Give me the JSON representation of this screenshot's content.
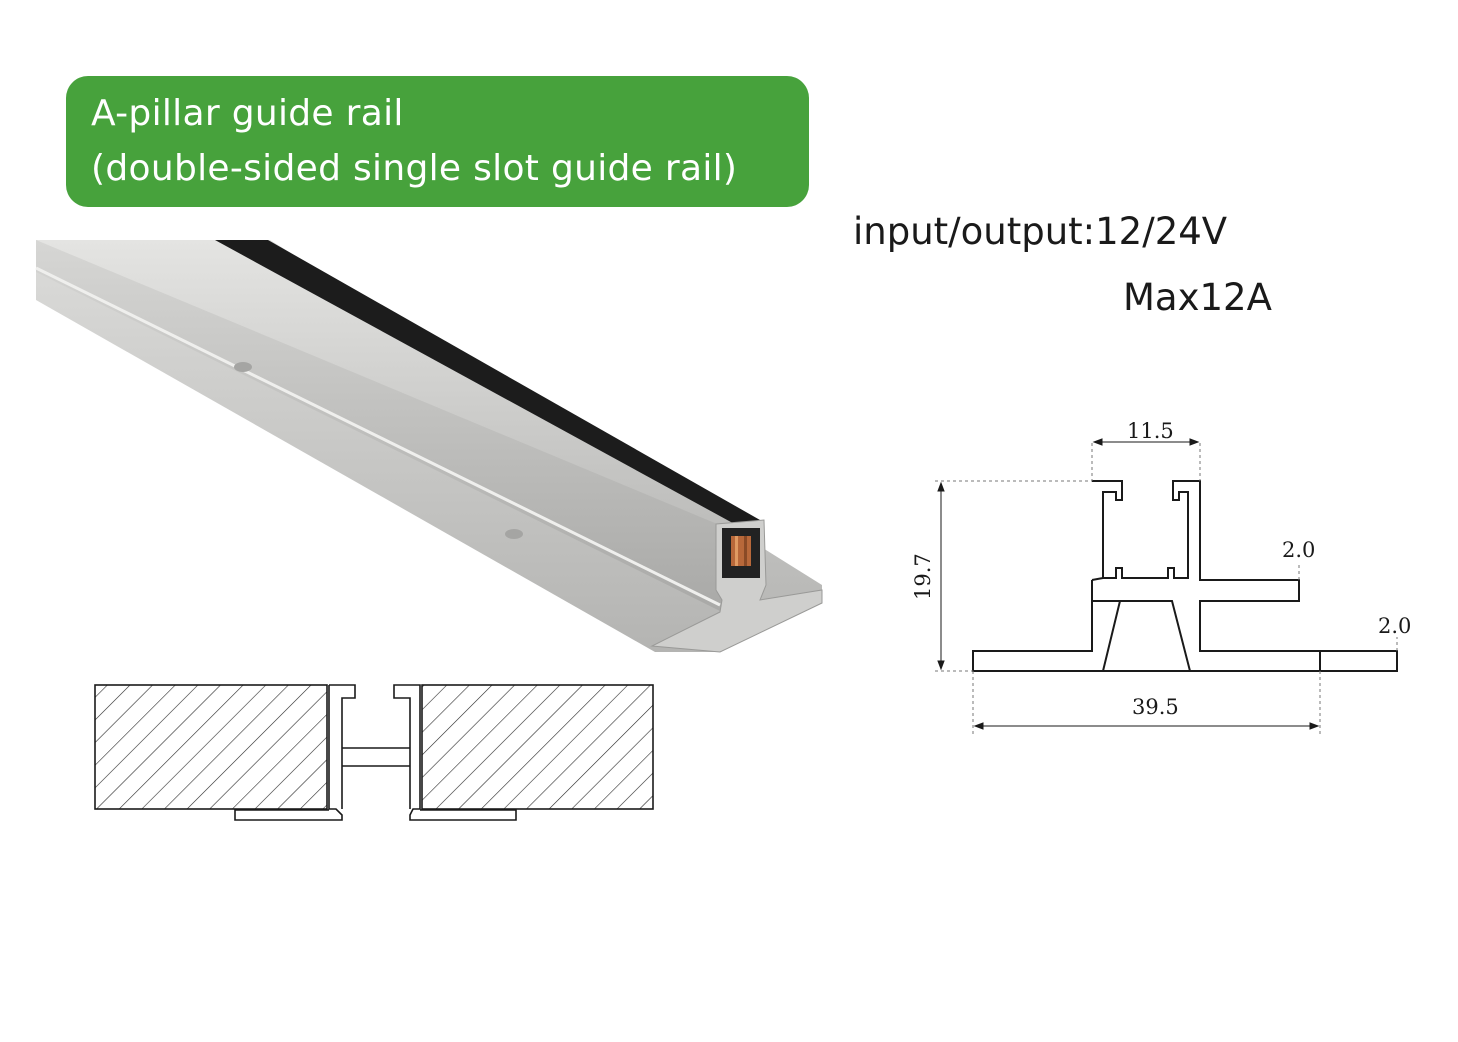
{
  "title": {
    "line1": "A-pillar guide rail",
    "line2": "(double-sided single slot guide rail)"
  },
  "specs": {
    "input_output": "input/output:12/24V",
    "max_current": "Max12A"
  },
  "dimensions": {
    "top_width": "11.5",
    "height": "19.7",
    "flange_thickness_upper": "2.0",
    "flange_thickness_lower": "2.0",
    "total_width": "39.5"
  },
  "colors": {
    "title_background": "#47a23c",
    "title_text": "#ffffff",
    "rail_silver": "#c9c9c7",
    "rail_dark_slot": "#1c1c1c",
    "copper_contact": "#b8683a"
  }
}
